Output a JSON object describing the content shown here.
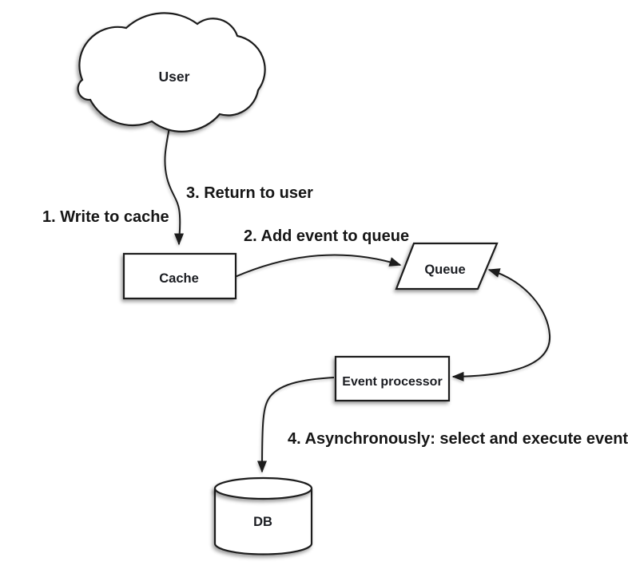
{
  "diagram": {
    "background_color": "#ffffff",
    "stroke_color": "#1c1c1c",
    "shape_fill_color": "#ffffff",
    "text_color": "#161616",
    "nodes": {
      "user": {
        "label": "User",
        "shape": "cloud"
      },
      "cache": {
        "label": "Cache",
        "shape": "rectangle"
      },
      "queue": {
        "label": "Queue",
        "shape": "parallelogram"
      },
      "event_processor": {
        "label": "Event processor",
        "shape": "rectangle"
      },
      "db": {
        "label": "DB",
        "shape": "cylinder"
      }
    },
    "annotations": {
      "step1": "1. Write to cache",
      "step2": "2. Add event to queue",
      "step3": "3. Return to user",
      "step4": "4. Asynchronously: select and execute event"
    },
    "flows": [
      {
        "from": "user",
        "to": "cache",
        "arrow": "single"
      },
      {
        "from": "cache",
        "to": "queue",
        "arrow": "single"
      },
      {
        "from": "queue",
        "to": "event_processor",
        "arrow": "double"
      },
      {
        "from": "event_processor",
        "to": "db",
        "arrow": "single"
      }
    ]
  }
}
